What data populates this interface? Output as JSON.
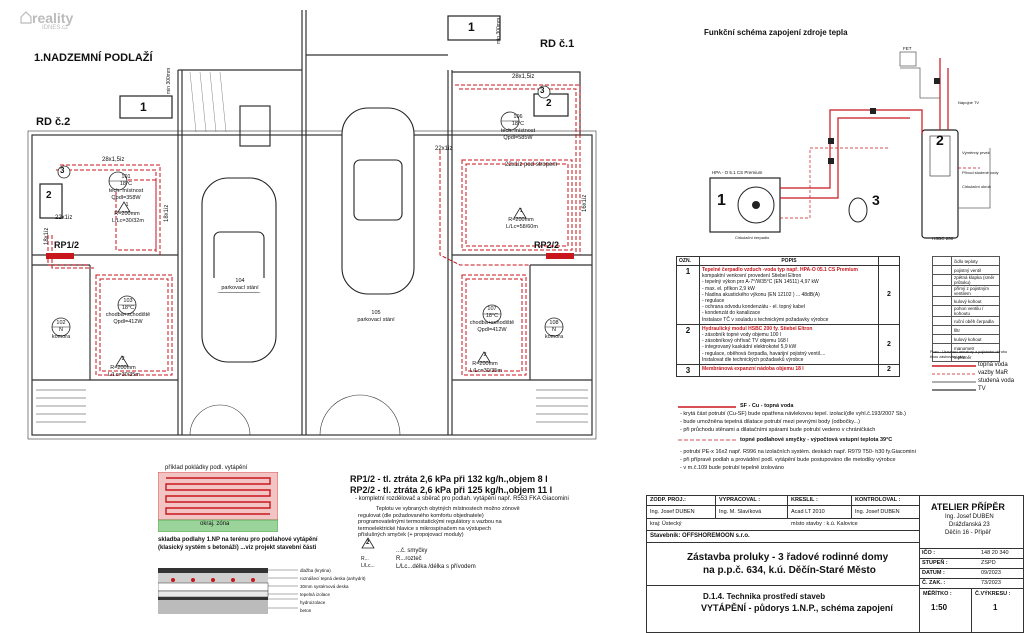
{
  "watermark": {
    "brand": "reality",
    "sub": "IDNES.cz"
  },
  "floor_plan": {
    "title": "1.NADZEMNÍ PODLAŽÍ",
    "rd_labels": [
      "RD č.1",
      "RD č.2"
    ],
    "units": [
      {
        "name": "1"
      },
      {
        "name": "1"
      }
    ],
    "min_labels": [
      "min 300mm",
      "min 300mm"
    ],
    "pipe_labels": [
      "28x1,5iz",
      "28x1,5iz",
      "22x1iz",
      "22x1iz",
      "22x1iz pod stropem",
      "18x1iz",
      "18x1iz",
      "16x1iz"
    ],
    "rooms": [
      {
        "id": "101",
        "temp": "18°C",
        "name": "tech. místnost",
        "load": "Qpdl=358W"
      },
      {
        "id": "106",
        "temp": "18°C",
        "name": "tech. místnost",
        "load": "Qpdl=585W"
      },
      {
        "id": "104",
        "temp": "",
        "name": "parkovací stání",
        "load": ""
      },
      {
        "id": "105",
        "temp": "",
        "name": "parkovací stání",
        "load": ""
      },
      {
        "id": "103",
        "temp": "18°C",
        "name": "chodba+schodiště",
        "load": "Qpdl=412W"
      },
      {
        "id": "107",
        "temp": "18°C",
        "name": "chodba+schodiště",
        "load": "Qpdl=412W"
      },
      {
        "id": "102",
        "temp": "N",
        "name": "komora",
        "load": ""
      },
      {
        "id": "108",
        "temp": "N",
        "name": "komora",
        "load": ""
      }
    ],
    "loops": [
      {
        "n": "1",
        "r": "R=200mm",
        "l": "L/Lc=30/32m"
      },
      {
        "n": "1",
        "r": "R=200mm",
        "l": "L/Lc=58/60m"
      },
      {
        "n": "2",
        "r": "R=200mm",
        "l": "L/Lc=30/35m"
      },
      {
        "n": "2",
        "r": "R=200mm",
        "l": "L/Lc=30/35m"
      }
    ],
    "rp_labels": [
      "RP1/2",
      "RP2/2"
    ],
    "markers": [
      "2",
      "3",
      "2",
      "3"
    ]
  },
  "notes": {
    "sample_title": "příklad pokládky podl. vytápění",
    "zone": "okraj. zóna",
    "rp1": "RP1/2 - tl. ztráta 2,6 kPa při 132 kg/h.,objem 8 l",
    "rp2": "RP2/2 - tl. ztráta 2,6 kPa při 125 kg/h.,objem 11 l",
    "rp_sub": "- kompletní rozdělovač a sběrač pro podlah. vytápění např. R553 FKA Giacomini",
    "text1": "Teplotu ve vybraných obytných místnostech možno zónově",
    "text2": "regulovat (dle požadovaného komfortu objednatele)",
    "text3": "programovatelnými termostatickými  regulátory s vazbou na",
    "text4": "termoelektrické hlavice s mikrospínačem na výstupech",
    "text5": "příslušných smyček  (+ propojovací moduly)",
    "section_title1": "skladba podlahy 1.NP na terénu pro podlahové vytápění",
    "section_title2": "(klasický systém s betonáží)   ...viz projekt stavební části",
    "layers": [
      "dlažba (krytina)",
      "roznášecí tepná deska (anhydrit)",
      "30mm systémová deska",
      "tepelná izolace",
      "hydroizolace",
      "beton"
    ],
    "sym1": "...č. smyčky",
    "sym2": "R...rozteč",
    "sym3": "L/Lc...délka /délka s přívodem",
    "sym_n": "2",
    "sym_r": "R...",
    "sym_l": "L/Lc..."
  },
  "scheme": {
    "title": "Funkční schéma zapojení zdroje tepla",
    "hp_label": "HPA - O 5.1 CS Premium",
    "hp_num": "1",
    "tank_num": "2",
    "exp_num": "3",
    "tank_label": "HSBC 200",
    "fet": "FET",
    "small_labels": [
      "Nápojné TV",
      "Výměnný prvek",
      "Přívod studené vody",
      "Cirkulační okruh",
      "Cirkulační čerpadlo"
    ]
  },
  "equipment": {
    "head_ozn": "OZN.",
    "head_popis": "POPIS",
    "rows": [
      {
        "ozn": "1",
        "lines": [
          "Tepelné čerpadlo vzduch -voda typ např. HPA-O 05.1 CS  Premium",
          "kompaktní venkovní provedení                  Stiebel Eltron",
          "- tepelný výkon pro A-7°/W35°C (EN 14511)   4,97 kW",
          "- max. el. příkon 2,9 kW",
          "- hladina akustického výkonu (EN 12102 ) ... 48dB(A)",
          "- regulace",
          "- ochrana odvodu kondenzátu - el.  topný kabel",
          "- kondenzát do kanalizace",
          "Instalace TČ v souladu s technickými požadavky výrobce"
        ],
        "qty": "2"
      },
      {
        "ozn": "2",
        "lines": [
          "Hydraulický modul HSBC 200 fy. Stiebel Eltron",
          "- zásobník topné vody objemu  100 l",
          "- zásobníkový ohřívač TV objemu 168 l",
          "- integrovaný kaskádní elektrokotel 5,9 kW",
          "- regulace, oběhová čerpadla, havarijní pojistný ventil....",
          "Instalovat dle  technických požadavků výrobce"
        ],
        "qty": "2"
      },
      {
        "ozn": "3",
        "lines": [
          "Membránová expanzní nádoba objemu 18 l"
        ],
        "qty": "2"
      }
    ]
  },
  "legend_small": {
    "rows": [
      "čidlo teploty",
      "pojistný ventil",
      "zpětná klapka (směr průtoku)",
      "přímý z pojistným ventilem",
      "kulový kohout",
      "pohon ventilu / kohoutu",
      "ruční oběh čerpadla",
      "filtr",
      "kulový kohout",
      "manometr",
      "teploměr"
    ],
    "note": "Pozn.: Uzavírací armatury a pojistném okruhu tinou zásbování práy"
  },
  "legend_lines": [
    {
      "label": "topná voda",
      "color": "#c8161d"
    },
    {
      "label": "vazby MaR",
      "color": "#c8161d"
    },
    {
      "label": "studená voda",
      "color": "#7f7f7f"
    },
    {
      "label": "TV",
      "color": "#333333"
    }
  ],
  "pipe_notes": {
    "sf": "SF - Cu - topná voda",
    "n1": "- krytá část potrubí  (Cu-SF) bude opatřena návlekovou tepel. izolací(dle vyhl.č.193/2007 Sb.)",
    "n2": "- bude umožněna tepelná dilatace potrubí mezi pevnými body (odbočky...)",
    "n3": "- při průchodu stěnami a dilatačními spárami bude potrubí vedeno v chráničkách",
    "floor": "topné podlahové smyčky - výpočtová vstupní teplota 39°C",
    "f1": "- potrubí PE-x 16x2 např. R996 na izolačních systém. deskách např. R979 T50- h30 fy.Giacomini",
    "f2": "- při přípravě podlah a provádění podl. vytápění  bude postupováno dle metodiky výrobce",
    "f3": "- v m.č.109 bude potrubí tepelně izolováno"
  },
  "title_block": {
    "h_zodp": "ZODP. PROJ.:",
    "h_vyp": "VYPRACOVAL :",
    "h_kres": "KRESLIL :",
    "h_kontr": "KONTROLOVAL :",
    "v_zodp": "Ing. Josef DUBEN",
    "v_vyp": "Ing. M. Slavíková",
    "v_kres": "Acad LT 2010",
    "v_kontr": "Ing. Josef DUBEN",
    "kraj": "kraj:  Ústecký",
    "misto": "místo stavby : k.ú. Kalovice",
    "stavebnik": "Stavebník: OFFSHOREMOON s.r.o.",
    "company": "ATELIER PŘÍPĚR",
    "company2": "Ing. Josef DUBEN",
    "address": "Drážďanská 23",
    "city": "Děčín 16 - Přípěř",
    "project1": "Zástavba proluky - 3 řadové rodinné domy",
    "project2": "na p.p.č. 634, k.ú. Děčín-Staré Město",
    "d_title": "D.1.4. Technika prostředí staveb",
    "d_sub": "VYTÁPĚNÍ - půdorys 1.N.P., schéma zapojení",
    "meta": [
      {
        "k": "IČO :",
        "v": "148 20 340"
      },
      {
        "k": "STUPEŇ :",
        "v": "ZSPD"
      },
      {
        "k": "DATUM :",
        "v": "09/2023"
      },
      {
        "k": "Č. ZAK. :",
        "v": "73/2023"
      }
    ],
    "meritko_label": "MĚŘÍTKO :",
    "meritko": "1:50",
    "cvykresu_label": "Č.VÝKRESU :",
    "cvykresu": "1"
  }
}
